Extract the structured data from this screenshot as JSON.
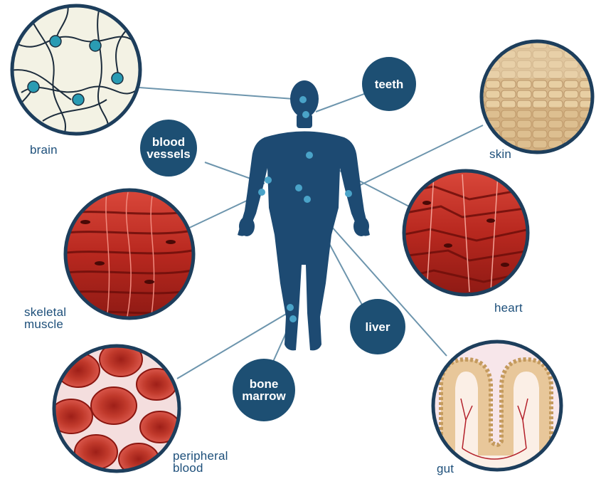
{
  "colors": {
    "body": "#1d4a72",
    "bubble": "#1d4f73",
    "connector": "#6d95ad",
    "caption": "#1d4f7a",
    "hotspot": "#4aa3c8",
    "muscle_red": "#c0392b",
    "skin_tan": "#d8b98c"
  },
  "labels": {
    "brain": "brain",
    "skin": "skin",
    "skeletal_muscle": "skeletal\nmuscle",
    "heart": "heart",
    "peripheral_blood": "peripheral\nblood",
    "gut": "gut"
  },
  "bubbles": {
    "teeth": "teeth",
    "blood_vessels": "blood\nvessels",
    "liver": "liver",
    "bone_marrow": "bone\nmarrow"
  },
  "icons": {
    "brain": "neuron-network-icon",
    "skin": "skin-cells-icon",
    "skeletal_muscle": "muscle-fibers-icon",
    "heart": "cardiac-muscle-icon",
    "peripheral_blood": "red-blood-cells-icon",
    "gut": "intestinal-villi-icon",
    "body": "human-silhouette-icon"
  }
}
